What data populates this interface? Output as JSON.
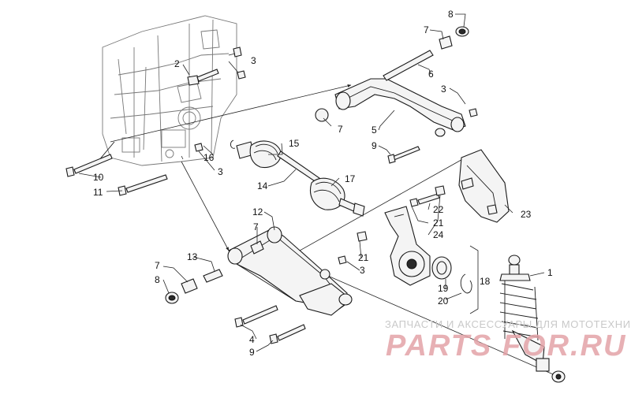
{
  "diagram": {
    "callouts": [
      "1",
      "2",
      "3",
      "3",
      "3",
      "3",
      "4",
      "5",
      "6",
      "7",
      "7",
      "7",
      "7",
      "8",
      "8",
      "9",
      "9",
      "10",
      "11",
      "12",
      "13",
      "14",
      "15",
      "16",
      "17",
      "18",
      "19",
      "20",
      "21",
      "21",
      "22",
      "23",
      "24"
    ]
  },
  "watermark": {
    "line1": "ЗАПЧАСТИ И АКСЕССУАРЫ ДЛЯ МОТОТЕХНИКИ",
    "line2": "PARTS FOR.RU"
  }
}
